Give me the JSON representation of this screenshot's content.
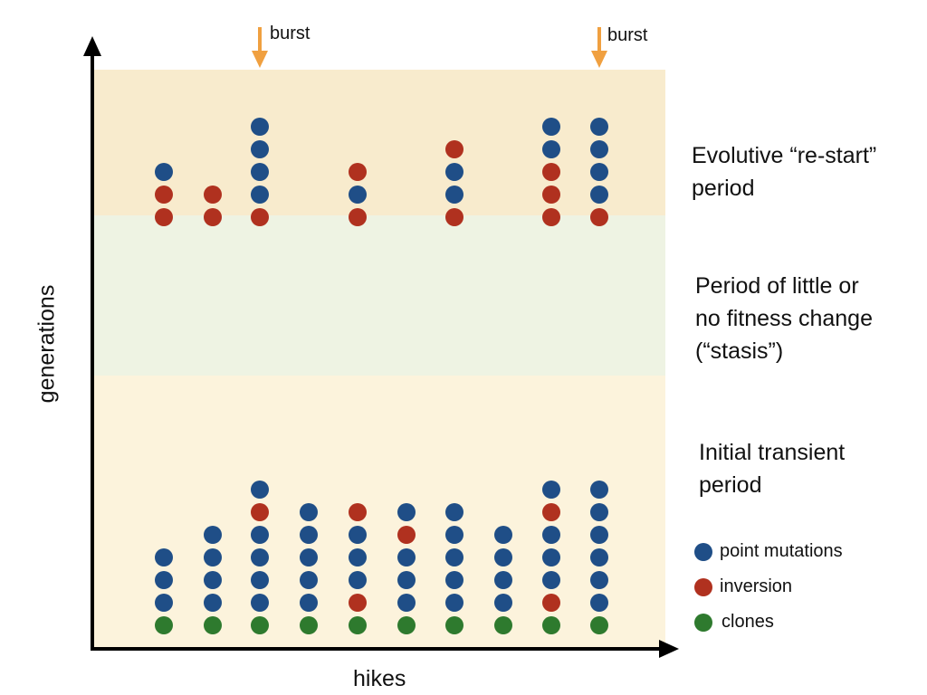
{
  "axes": {
    "x_label": "hikes",
    "y_label": "generations"
  },
  "periods": [
    {
      "id": "restart",
      "line1": "Evolutive “re-start”",
      "line2": "period",
      "line3": "",
      "color": "#f8ebcd"
    },
    {
      "id": "stasis",
      "line1": "Period of little or",
      "line2": "no fitness change",
      "line3": "(“stasis”)",
      "color": "#eef3e3"
    },
    {
      "id": "initial",
      "line1": "Initial transient",
      "line2": "period",
      "line3": "",
      "color": "#fcf3dc"
    }
  ],
  "bursts": [
    {
      "label": "burst",
      "hike": 3
    },
    {
      "label": "burst",
      "hike": 10
    }
  ],
  "legend": [
    {
      "label": "point mutations",
      "color": "#1f4e87",
      "type": "point"
    },
    {
      "label": "inversion",
      "color": "#b0311f",
      "type": "inversion"
    },
    {
      "label": "clones",
      "color": "#2e7a2e",
      "type": "clone"
    }
  ],
  "colors": {
    "point": "#1f4e87",
    "inversion": "#b0311f",
    "clone": "#2e7a2e",
    "arrow": "#f0a040",
    "axis": "#000000"
  },
  "hikes": [
    {
      "events_initial": [
        "clone",
        "point",
        "point",
        "point"
      ],
      "events_restart": [
        "inversion",
        "inversion",
        "point"
      ]
    },
    {
      "events_initial": [
        "clone",
        "point",
        "point",
        "point",
        "point"
      ],
      "events_restart": [
        "inversion",
        "inversion"
      ]
    },
    {
      "events_initial": [
        "clone",
        "point",
        "point",
        "point",
        "point",
        "inversion",
        "point"
      ],
      "events_restart": [
        "inversion",
        "point",
        "point",
        "point",
        "point"
      ]
    },
    {
      "events_initial": [
        "clone",
        "point",
        "point",
        "point",
        "point",
        "point"
      ],
      "events_restart": []
    },
    {
      "events_initial": [
        "clone",
        "inversion",
        "point",
        "point",
        "point",
        "inversion"
      ],
      "events_restart": [
        "inversion",
        "point",
        "inversion"
      ]
    },
    {
      "events_initial": [
        "clone",
        "point",
        "point",
        "point",
        "inversion",
        "point"
      ],
      "events_restart": []
    },
    {
      "events_initial": [
        "clone",
        "point",
        "point",
        "point",
        "point",
        "point"
      ],
      "events_restart": [
        "inversion",
        "point",
        "point",
        "inversion"
      ]
    },
    {
      "events_initial": [
        "clone",
        "point",
        "point",
        "point",
        "point"
      ],
      "events_restart": []
    },
    {
      "events_initial": [
        "clone",
        "inversion",
        "point",
        "point",
        "point",
        "inversion",
        "point"
      ],
      "events_restart": [
        "inversion",
        "inversion",
        "inversion",
        "point",
        "point"
      ]
    },
    {
      "events_initial": [
        "clone",
        "point",
        "point",
        "point",
        "point",
        "point",
        "point"
      ],
      "events_restart": [
        "inversion",
        "point",
        "point",
        "point",
        "point"
      ]
    }
  ]
}
